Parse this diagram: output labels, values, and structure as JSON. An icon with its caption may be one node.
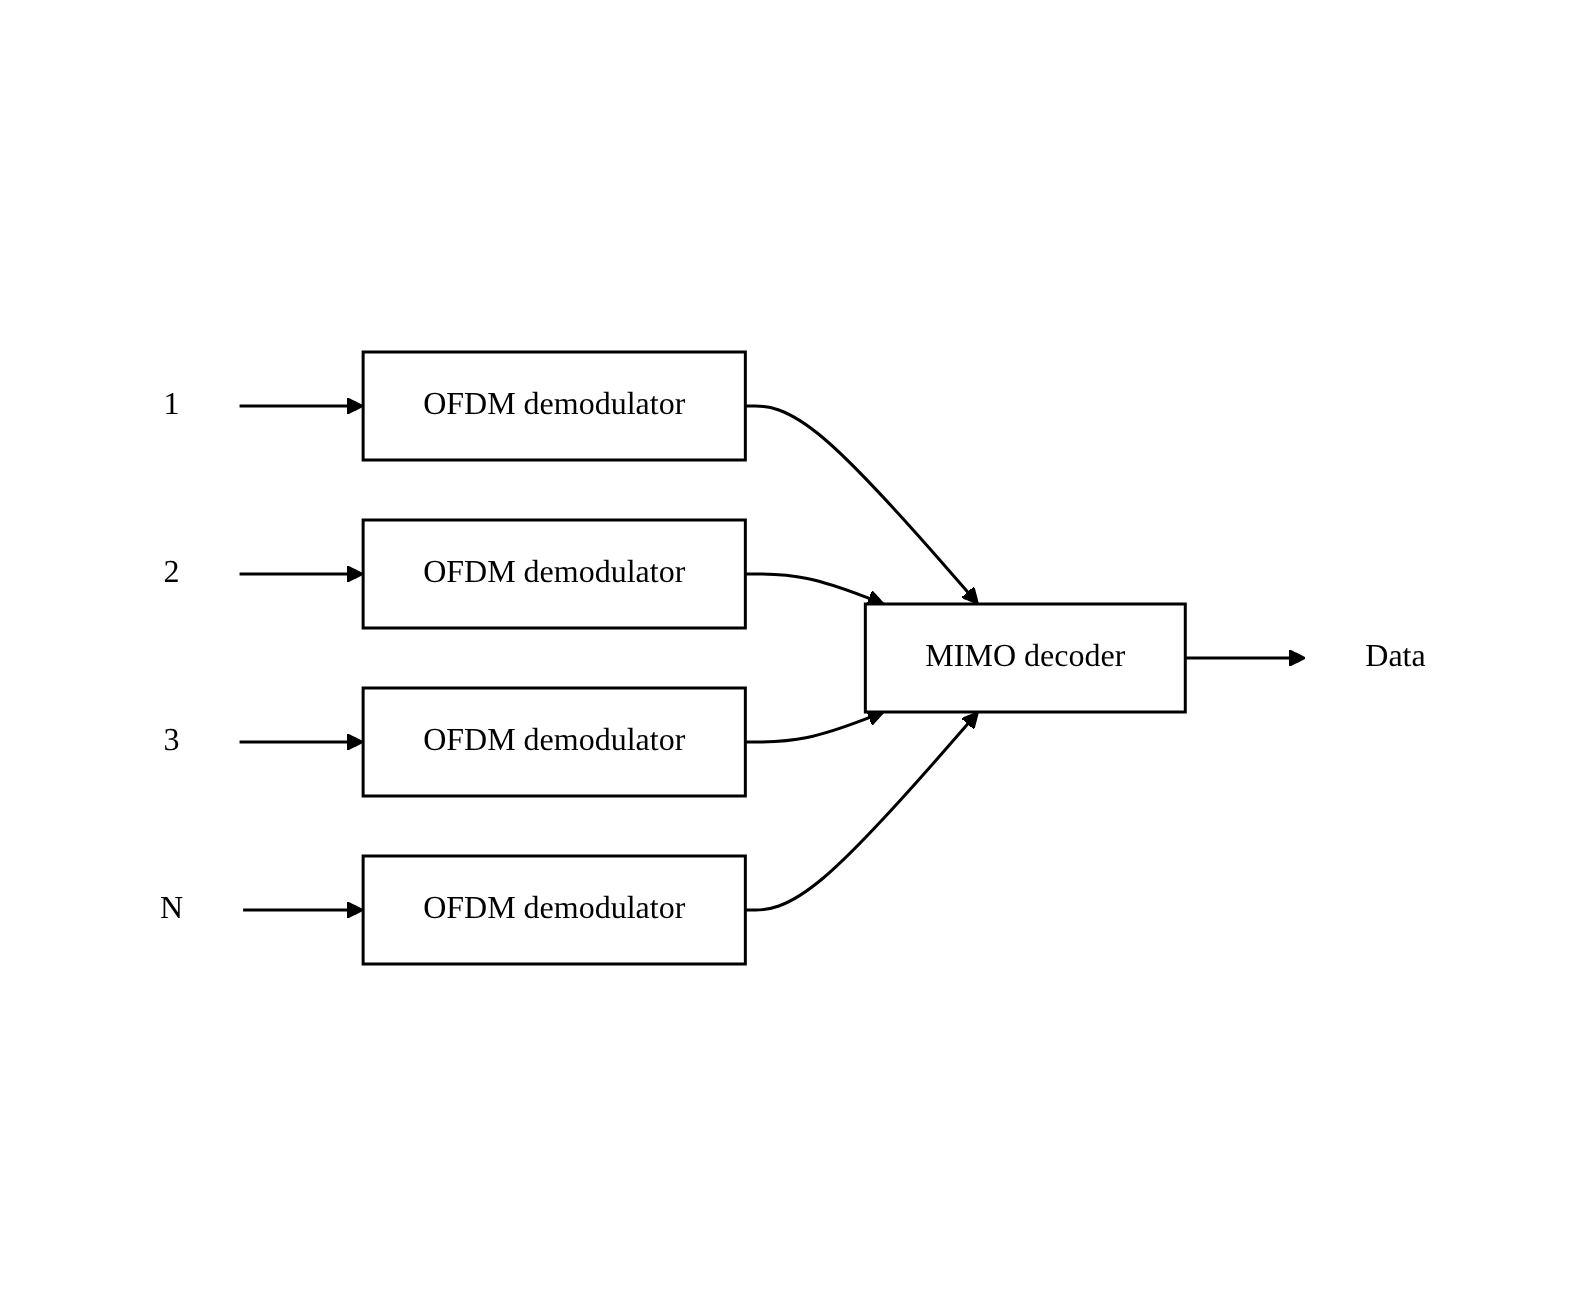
{
  "diagram": {
    "nodes": [
      {
        "text": [
          "1"
        ]
      },
      {
        "text": [
          "OFDM demodulator"
        ]
      },
      {
        "text": [
          "2"
        ]
      },
      {
        "text": [
          "OFDM demodulator"
        ]
      },
      {
        "text": [
          "3"
        ]
      },
      {
        "text": [
          "OFDM demodulator"
        ]
      },
      {
        "text": [
          "N"
        ]
      },
      {
        "text": [
          "OFDM demodulator"
        ]
      },
      {
        "text": [
          "MIMO decoder"
        ]
      },
      {
        "text": [
          "Data"
        ]
      }
    ],
    "edges": [
      {
        "from": 0,
        "to": 1,
        "arrow": "to"
      },
      {
        "from": 2,
        "to": 3,
        "arrow": "to"
      },
      {
        "from": 4,
        "to": 5,
        "arrow": "to"
      },
      {
        "from": 6,
        "to": 7,
        "arrow": "to"
      },
      {
        "from": 1,
        "to": 8,
        "arrow": "to"
      },
      {
        "from": 3,
        "to": 8,
        "arrow": "to"
      },
      {
        "from": 5,
        "to": 8,
        "arrow": "to"
      },
      {
        "from": 7,
        "to": 8,
        "arrow": "to"
      },
      {
        "from": 8,
        "to": 9,
        "arrow": "to"
      }
    ]
  }
}
